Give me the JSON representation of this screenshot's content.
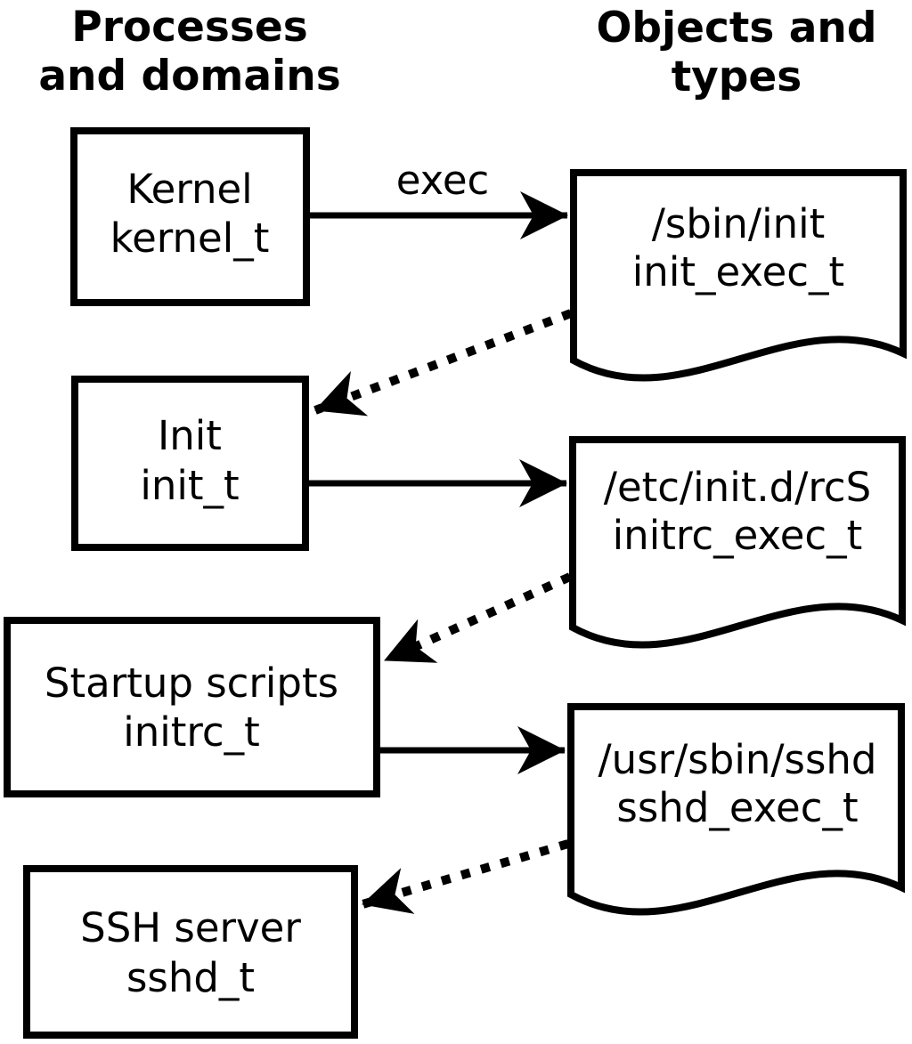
{
  "page": {
    "background_color": "#ffffff",
    "ink_color": "#000000"
  },
  "headings": {
    "left": {
      "line1": "Processes",
      "line2": "and domains"
    },
    "right": {
      "line1": "Objects and",
      "line2": "types"
    }
  },
  "processes": [
    {
      "label": "Kernel",
      "domain": "kernel_t"
    },
    {
      "label": "Init",
      "domain": "init_t"
    },
    {
      "label": "Startup scripts",
      "domain": "initrc_t"
    },
    {
      "label": "SSH server",
      "domain": "sshd_t"
    }
  ],
  "objects": [
    {
      "path": "/sbin/init",
      "type": "init_exec_t"
    },
    {
      "path": "/etc/init.d/rcS",
      "type": "initrc_exec_t"
    },
    {
      "path": "/usr/sbin/sshd",
      "type": "sshd_exec_t"
    }
  ],
  "edges": {
    "solid": [
      {
        "from": "Kernel (kernel_t)",
        "to": "/sbin/init",
        "label": "exec"
      },
      {
        "from": "Init (init_t)",
        "to": "/etc/init.d/rcS",
        "label": ""
      },
      {
        "from": "Startup scripts (initrc_t)",
        "to": "/usr/sbin/sshd",
        "label": ""
      }
    ],
    "dotted": [
      {
        "from": "/sbin/init",
        "to": "Init (init_t)"
      },
      {
        "from": "/etc/init.d/rcS",
        "to": "Startup scripts (initrc_t)"
      },
      {
        "from": "/usr/sbin/sshd",
        "to": "SSH server (sshd_t)"
      }
    ]
  }
}
